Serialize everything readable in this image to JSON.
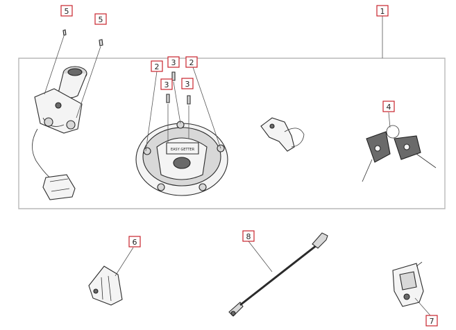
{
  "callouts": {
    "c1": "1",
    "c2a": "2",
    "c2b": "2",
    "c3a": "3",
    "c3b": "3",
    "c3c": "3",
    "c4": "4",
    "c5a": "5",
    "c5b": "5",
    "c6": "6",
    "c7": "7",
    "c8": "8"
  },
  "fuel_cap_text": "EASY GETTER",
  "colors": {
    "callout_border": "#c8232c",
    "line": "#2a2a2a",
    "frame": "#b8b8b8"
  }
}
